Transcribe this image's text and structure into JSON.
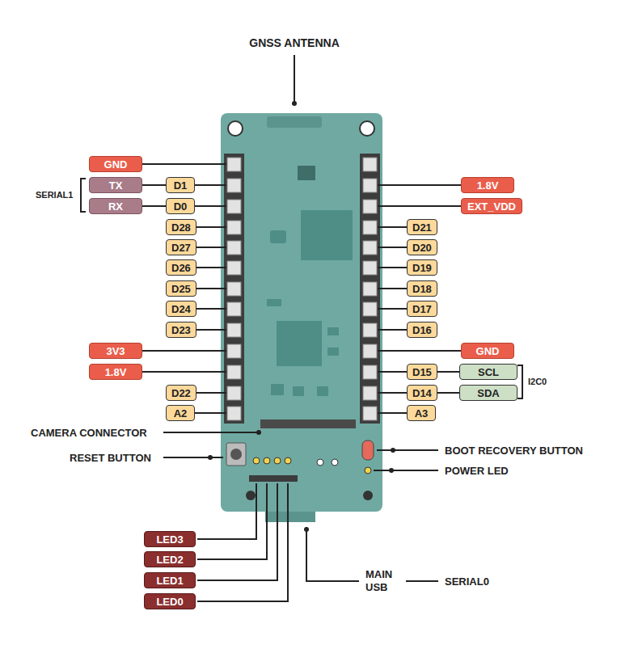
{
  "diagram": {
    "nodes": [
      {
        "text": [
          "GND"
        ]
      },
      {
        "text": [
          "TX"
        ]
      },
      {
        "text": [
          "D1"
        ]
      },
      {
        "text": [
          "RX"
        ]
      },
      {
        "text": [
          "D0"
        ]
      },
      {
        "text": [
          "D28"
        ]
      },
      {
        "text": [
          "D27"
        ]
      },
      {
        "text": [
          "D26"
        ]
      },
      {
        "text": [
          "D25"
        ]
      },
      {
        "text": [
          "D24"
        ]
      },
      {
        "text": [
          "D23"
        ]
      },
      {
        "text": [
          "3V3"
        ]
      },
      {
        "text": [
          "1.8V"
        ]
      },
      {
        "text": [
          "D22"
        ]
      },
      {
        "text": [
          "A2"
        ]
      },
      {
        "text": [
          "1.8V"
        ]
      },
      {
        "text": [
          "EXT_VDD"
        ]
      },
      {
        "text": [
          "D21"
        ]
      },
      {
        "text": [
          "D20"
        ]
      },
      {
        "text": [
          "D19"
        ]
      },
      {
        "text": [
          "D18"
        ]
      },
      {
        "text": [
          "D17"
        ]
      },
      {
        "text": [
          "D16"
        ]
      },
      {
        "text": [
          "GND"
        ]
      },
      {
        "text": [
          "D15"
        ]
      },
      {
        "text": [
          "SCL"
        ]
      },
      {
        "text": [
          "D14"
        ]
      },
      {
        "text": [
          "SDA"
        ]
      },
      {
        "text": [
          "A3"
        ]
      },
      {
        "text": [
          "LED3"
        ]
      },
      {
        "text": [
          "LED2"
        ]
      },
      {
        "text": [
          "LED1"
        ]
      },
      {
        "text": [
          "LED0"
        ]
      }
    ],
    "labels": [
      "GNSS ANTENNA",
      "SERIAL1",
      "CAMERA CONNECTOR",
      "RESET BUTTON",
      "BOOT RECOVERY BUTTON",
      "POWER LED",
      "I2C0",
      "MAIN USB",
      "SERIAL0"
    ]
  }
}
